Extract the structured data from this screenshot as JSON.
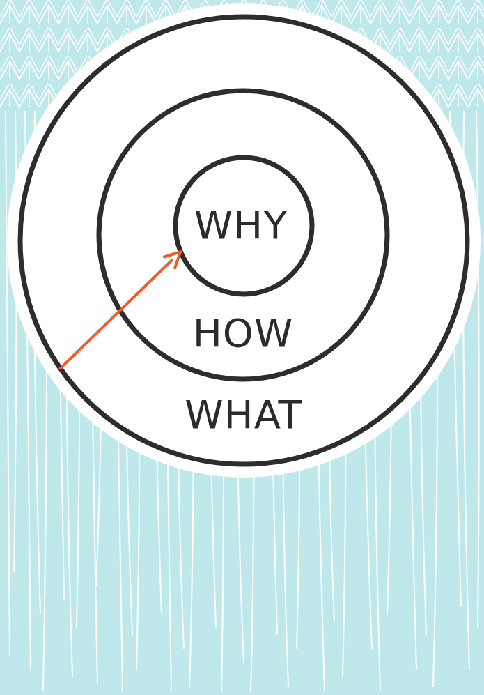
{
  "diagram": {
    "nodes": [
      {
        "text": [
          "WHAT"
        ]
      },
      {
        "text": [
          "HOW"
        ],
        "in": 0
      },
      {
        "text": [
          "WHY"
        ],
        "in": 1
      }
    ],
    "edges": [
      {
        "from": 0,
        "to": 2,
        "arrow": "to"
      }
    ]
  }
}
